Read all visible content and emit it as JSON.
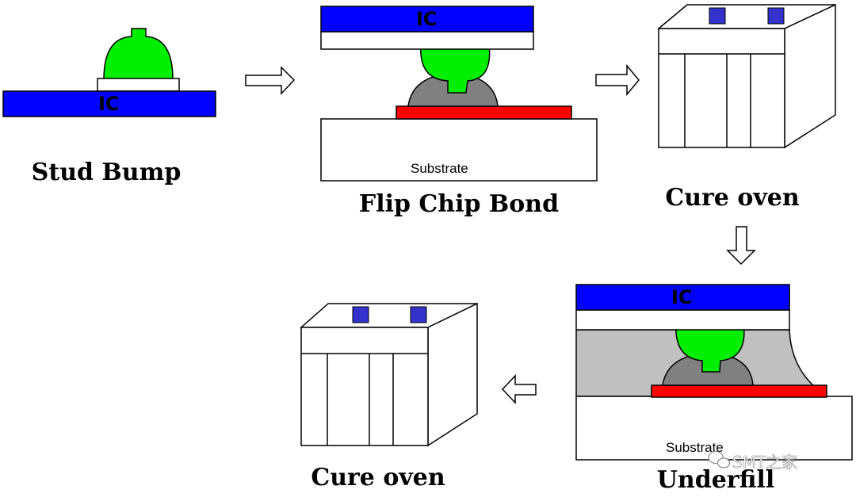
{
  "stages": {
    "stud_bump": {
      "caption": "Stud Bump",
      "chip_label": "IC"
    },
    "flip_chip_bond": {
      "caption": "Flip Chip Bond",
      "chip_label": "IC",
      "substrate_label": "Substrate"
    },
    "cure_oven_1": {
      "caption": "Cure oven"
    },
    "underfill": {
      "caption": "Underfill",
      "chip_label": "IC",
      "substrate_label": "Substrate"
    },
    "cure_oven_2": {
      "caption": "Cure oven"
    }
  },
  "watermark": {
    "text": "SMT之家",
    "icon": "wechat-icon"
  },
  "colors": {
    "chip": "#0000FF",
    "bump": "#00EE00",
    "pad": "#FF0000",
    "solder": "#808080",
    "underfill": "#C0C0C0",
    "oven_window": "#3333CC"
  }
}
